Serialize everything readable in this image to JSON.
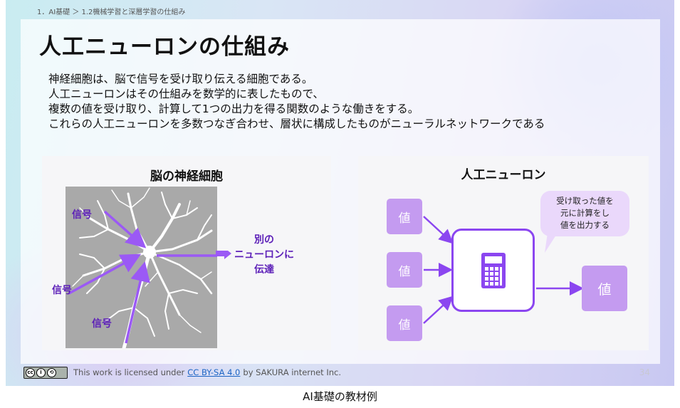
{
  "slide": {
    "breadcrumb": "1．AI基礎 ＞ 1.2機械学習と深層学習の仕組み",
    "title": "人工ニューロンの仕組み",
    "body_lines": [
      "神経細胞は、脳で信号を受け取り伝える細胞である。",
      "人工ニューロンはその仕組みを数学的に表したもので、",
      "複数の値を受け取り、計算して1つの出力を得る関数のような働きをする。",
      "これらの人工ニューロンを多数つなぎ合わせ、層状に構成したものがニューラルネットワークである"
    ],
    "left_card": {
      "title": "脳の神経細胞",
      "signal_labels": [
        "信号",
        "信号",
        "信号"
      ],
      "output_lines": [
        "別の",
        "ニューロンに",
        "伝達"
      ]
    },
    "right_card": {
      "title": "人工ニューロン",
      "input_values": [
        "値",
        "値",
        "値"
      ],
      "output_value": "値",
      "bubble_lines": [
        "受け取った値を",
        "元に計算をし",
        "値を出力する"
      ]
    },
    "footer": {
      "license_prefix": "This work is licensed under",
      "license_link": "CC BY-SA 4.0",
      "license_suffix": "by SAKURA internet Inc.",
      "page_number": "34"
    }
  },
  "caption": "AI基礎の教材例",
  "colors": {
    "accent_purple": "#8b46f0",
    "value_box": "#c49bf0",
    "signal_text": "#5c1fb8",
    "bubble": "#ead8fb"
  },
  "icons": [
    "calculator-icon",
    "creative-commons-icon",
    "arrow-icon"
  ]
}
